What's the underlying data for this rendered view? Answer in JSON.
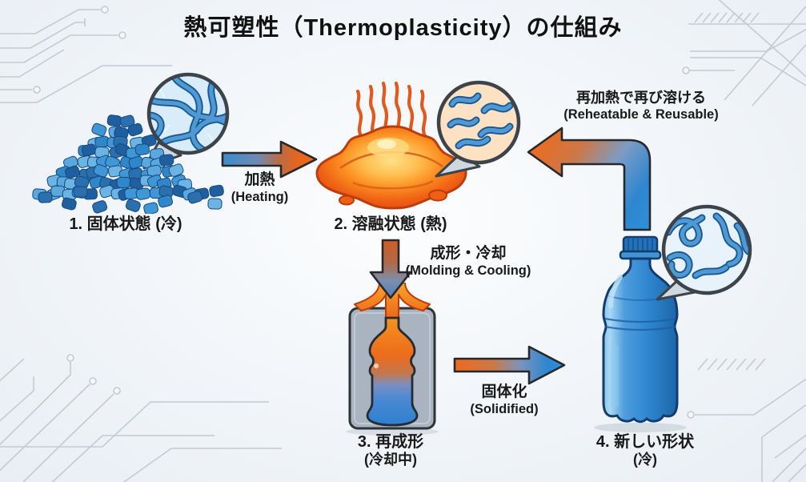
{
  "title": "熱可塑性（Thermoplasticity）の仕組み",
  "steps": {
    "solid": {
      "label": "1. 固体状態 (冷)"
    },
    "molten": {
      "label": "2. 溶融状態 (熱)"
    },
    "remold": {
      "label": "3. 再成形",
      "sublabel": "(冷却中)"
    },
    "newshape": {
      "label": "4. 新しい形状",
      "sublabel": "(冷)"
    }
  },
  "transitions": {
    "heating": {
      "jp": "加熱",
      "en": "(Heating)"
    },
    "molding": {
      "jp": "成形・冷却",
      "en": "(Molding & Cooling)"
    },
    "solidify": {
      "jp": "固体化",
      "en": "(Solidified)"
    },
    "reheat": {
      "jp": "再加熱で再び溶ける",
      "en": "(Reheatable & Reusable)"
    }
  },
  "icons": {
    "solid_magnifier": "polymer-chain-network-magnifier",
    "molten_magnifier": "polymer-chain-loose-magnifier",
    "bottle_magnifier": "polymer-chain-network-magnifier",
    "heat": "heat-waves",
    "pellets": "plastic-pellet-pile",
    "mold": "bottle-mold",
    "bottle": "water-bottle"
  },
  "colors": {
    "hot": "#ee6a1d",
    "cold": "#2e86d0",
    "pellet_blue": "#3a8fd0",
    "mold_gray": "#aab4c1",
    "text": "#191919",
    "circuit": "#c3cad4",
    "background": "#f1f5f9"
  }
}
